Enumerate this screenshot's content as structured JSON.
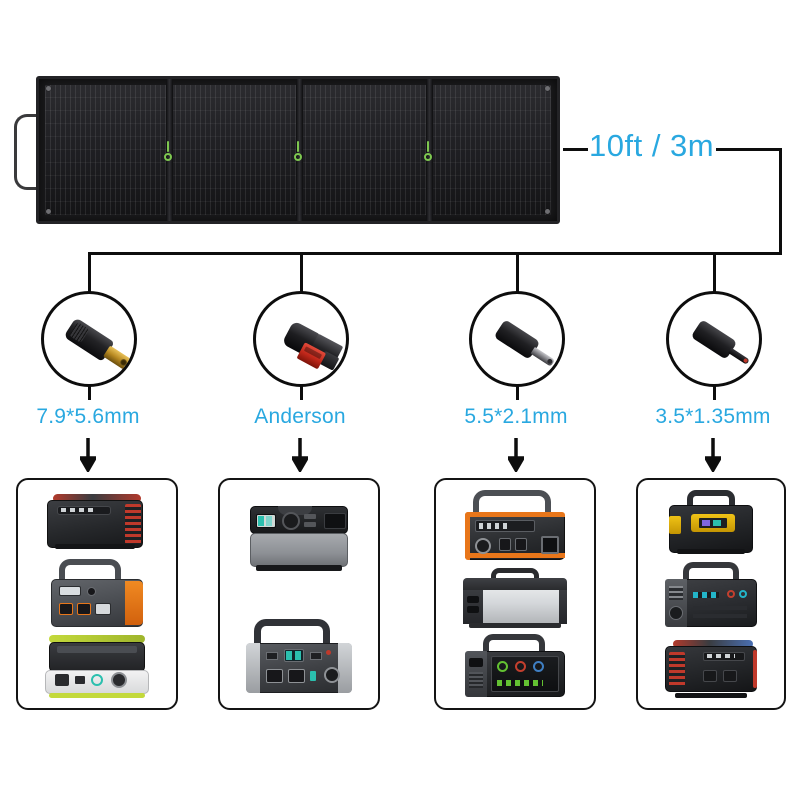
{
  "diagram": {
    "title": "Portable solar panel connector compatibility chart",
    "cable_length_label": "10ft / 3m",
    "accent_color": "#29a8e0",
    "line_color": "#0d0d0d"
  },
  "product": {
    "name": "foldable-solar-panel",
    "panel_sections": 4,
    "logo_name": "brand-logo-mark"
  },
  "branches": [
    {
      "id": "branch-1",
      "connector_name": "dc-barrel-plug-7950",
      "label": "7.9*5.6mm",
      "plug_style": "barrel-gold-tip",
      "devices": [
        {
          "name": "power-station-black-red",
          "body": "#2e3034",
          "accent": "#c0392b",
          "top": "#1a1b1e",
          "handle": "#d04a3a",
          "style": "flat-red"
        },
        {
          "name": "power-station-gray-orange",
          "body": "#55585d",
          "accent": "#e8761a",
          "top": "#3e4146",
          "handle": "#4a4d52",
          "style": "handle-orange"
        },
        {
          "name": "power-station-white-lime",
          "body": "#e9e9ea",
          "accent": "#c3d93b",
          "top": "#2a2b2e",
          "handle": "#c3d93b",
          "style": "white-lime"
        }
      ]
    },
    {
      "id": "branch-2",
      "connector_name": "anderson-powerpole-connector",
      "label": "Anderson",
      "plug_style": "anderson-red",
      "devices": [
        {
          "name": "power-station-silver-block",
          "body": "#9a9da1",
          "accent": "#2bbfae",
          "top": "#222326",
          "handle": "#1b1c1f",
          "style": "silver-block"
        },
        {
          "name": "power-station-silver-handle",
          "body": "#c9ccd0",
          "accent": "#2bbfae",
          "top": "#3a3c40",
          "handle": "#303237",
          "style": "silver-handle"
        }
      ]
    },
    {
      "id": "branch-3",
      "connector_name": "dc-barrel-plug-5521",
      "label": "5.5*2.1mm",
      "plug_style": "barrel-silver-tip",
      "devices": [
        {
          "name": "power-station-orange-trim",
          "body": "#2f3134",
          "accent": "#e8761a",
          "top": "#46484d",
          "handle": "#4c4f54",
          "style": "orange-trim"
        },
        {
          "name": "power-station-silver-bar",
          "body": "#d7dadd",
          "accent": "#8e9195",
          "top": "#2a2b2e",
          "handle": "#2a2b2e",
          "style": "silver-bar"
        },
        {
          "name": "power-station-green-leds",
          "body": "#26282b",
          "accent": "#63c132",
          "top": "#3b3d41",
          "handle": "#35373b",
          "style": "green-leds"
        }
      ]
    },
    {
      "id": "branch-4",
      "connector_name": "dc-barrel-plug-35135",
      "label": "3.5*1.35mm",
      "plug_style": "barrel-thin-tip",
      "devices": [
        {
          "name": "power-station-black-yellow",
          "body": "#232528",
          "accent": "#e2b007",
          "top": "#1b1d20",
          "handle": "#2b2d31",
          "style": "black-yellow"
        },
        {
          "name": "power-station-black-teal",
          "body": "#2b2d31",
          "accent": "#23b5c9",
          "top": "#3a3c40",
          "handle": "#35373b",
          "style": "black-teal"
        },
        {
          "name": "power-station-black-red-2",
          "body": "#25272a",
          "accent": "#c0392b",
          "top": "#1c1e21",
          "handle": "#b23a2c",
          "style": "black-red-2"
        }
      ]
    }
  ]
}
